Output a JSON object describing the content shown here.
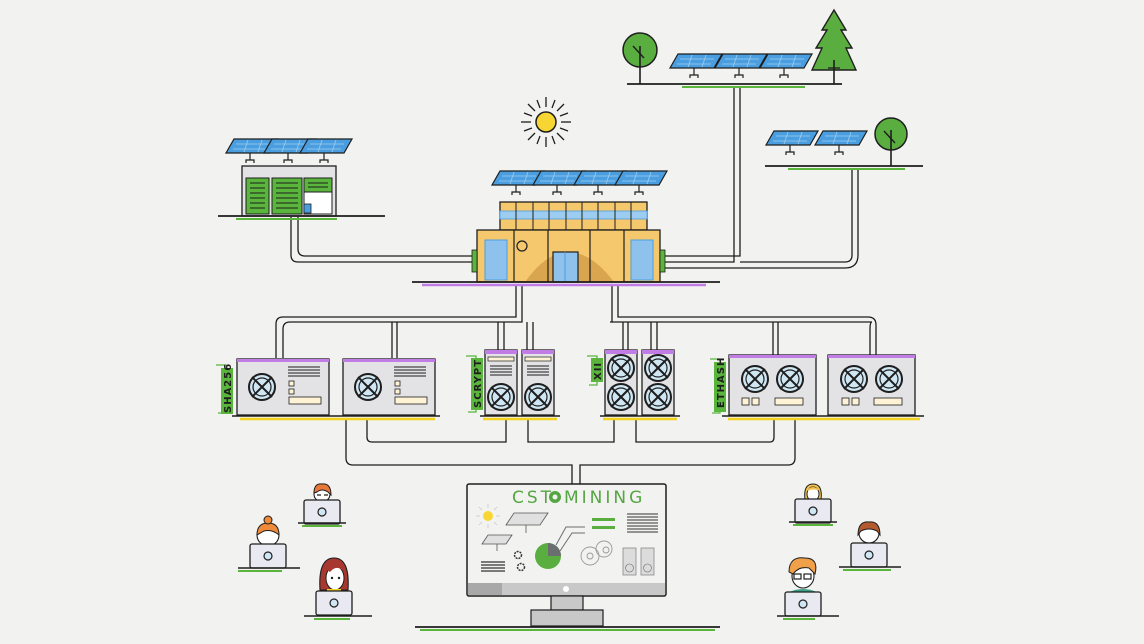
{
  "diagram": {
    "title": "Solar-powered crypto mining network",
    "colors": {
      "background": "#f2f3f1",
      "outline": "#1e1e1e",
      "panel": "#4a9ee0",
      "panel_grid": "#9ccdf0",
      "tree": "#5aad3f",
      "accent_green": "#5ab53c",
      "building_wall": "#f5c86e",
      "building_shade": "#d9a54e",
      "miner_body": "#e3e3e6",
      "miner_top": "#c27ce6",
      "rack_shelf": "#f2d21c",
      "sun": "#f7d633",
      "screen_bg": "#f2f3f1",
      "monitor_frame": "#c8c8c8"
    },
    "power_sources": [
      {
        "name": "Solar farm with trees",
        "panels": 3,
        "trees": 2
      },
      {
        "name": "Solar array with tree",
        "panels": 2,
        "trees": 1
      },
      {
        "name": "Solar-powered cabinet station",
        "panels": 3
      }
    ],
    "hub": {
      "name": "Solar data center",
      "roof_panels": 4
    },
    "miner_groups": [
      {
        "label": "SHA256",
        "units": 2,
        "style": "wide-single-fan"
      },
      {
        "label": "SCRYPT",
        "units": 2,
        "style": "tower-single-fan"
      },
      {
        "label": "XII",
        "units": 2,
        "style": "tower-dual-fan"
      },
      {
        "label": "ETHASH",
        "units": 2,
        "style": "wide-dual-fan"
      }
    ],
    "monitor": {
      "brand_left": "CST",
      "brand_right": "MINING",
      "widgets": [
        "sun",
        "solar-panels",
        "gears",
        "pie-chart",
        "text-lines",
        "chat-bubbles",
        "server-towers"
      ]
    },
    "users": [
      {
        "name": "user-glasses-redhair",
        "hair": "#e8773a"
      },
      {
        "name": "user-bun-orange",
        "hair": "#ee8a3a"
      },
      {
        "name": "user-long-auburn",
        "hair": "#a8382f"
      },
      {
        "name": "user-blonde",
        "hair": "#f2c34e"
      },
      {
        "name": "user-brown",
        "hair": "#b45a30"
      },
      {
        "name": "user-glasses-orange",
        "hair": "#f0a048"
      }
    ]
  }
}
